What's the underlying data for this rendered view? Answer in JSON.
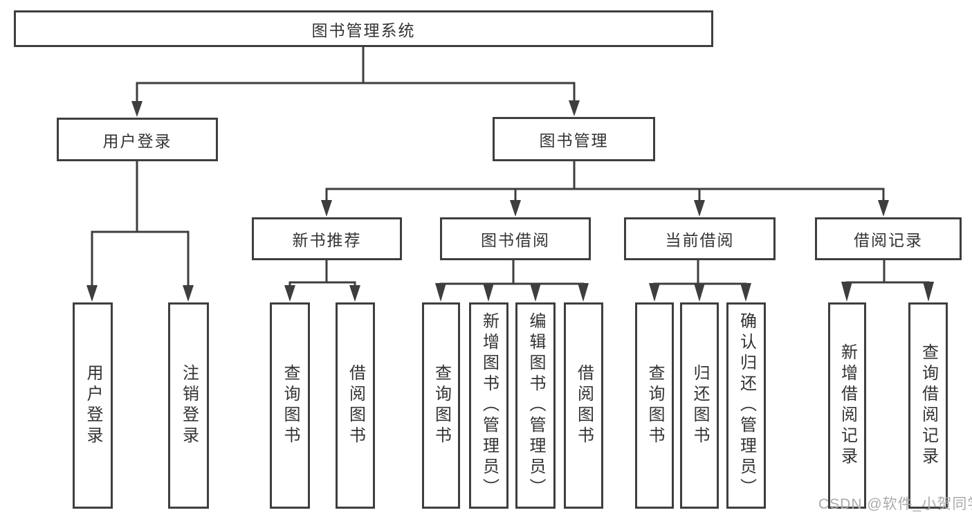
{
  "diagram": {
    "root": {
      "label": "图书管理系统"
    },
    "level2": [
      {
        "id": "user-login",
        "label": "用户登录"
      },
      {
        "id": "book-management",
        "label": "图书管理"
      }
    ],
    "level3": [
      {
        "id": "new-book-recommend",
        "label": "新书推荐"
      },
      {
        "id": "book-borrow",
        "label": "图书借阅"
      },
      {
        "id": "current-borrow",
        "label": "当前借阅"
      },
      {
        "id": "borrow-record",
        "label": "借阅记录"
      }
    ],
    "leaves": {
      "user_login": [
        "用户登录",
        "注销登录"
      ],
      "new_book": [
        "查询图书",
        "借阅图书"
      ],
      "book_borrow": [
        "查询图书",
        "新增图书（管理员）",
        "编辑图书（管理员）",
        "借阅图书"
      ],
      "current_borrow": [
        "查询图书",
        "归还图书",
        "确认归还（管理员）"
      ],
      "borrow_record": [
        "新增借阅记录",
        "查询借阅记录"
      ]
    }
  },
  "watermark": {
    "text": "CSDN @软件_小贺同学",
    "color": "#aaaaaa"
  },
  "colors": {
    "line": "#3e3e3e",
    "box_border": "#3e3e3e",
    "text": "#333333",
    "background": "#ffffff"
  }
}
